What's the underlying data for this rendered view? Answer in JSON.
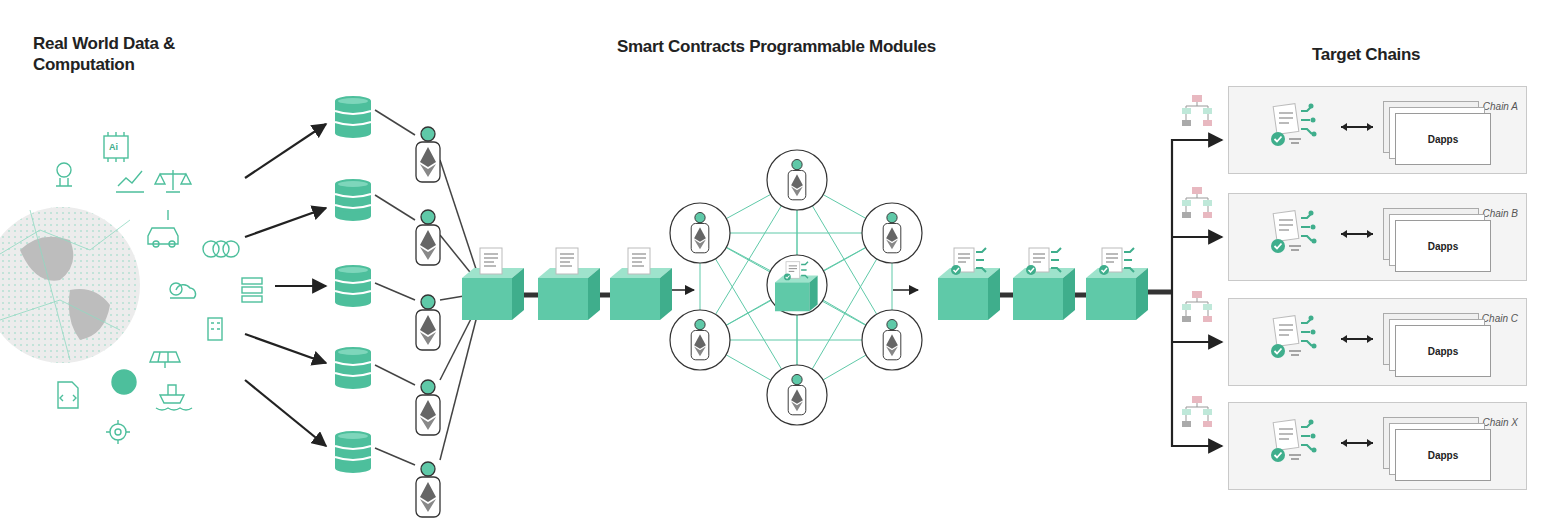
{
  "diagram": {
    "nodes": [
      {
        "text": [
          "Chain A"
        ]
      },
      {
        "text": [
          "Dapps"
        ],
        "in": 0
      },
      {
        "text": [
          "Chain B"
        ]
      },
      {
        "text": [
          "Dapps"
        ],
        "in": 2
      },
      {
        "text": [
          "Chain C"
        ]
      },
      {
        "text": [
          "Dapps"
        ],
        "in": 4
      },
      {
        "text": [
          "Chain X"
        ]
      },
      {
        "text": [
          "Dapps"
        ],
        "in": 6
      }
    ],
    "labels": [
      "Real World Data & Computation",
      "Smart Contracts Programmable Modules",
      "Target Chains",
      "Ai"
    ]
  }
}
